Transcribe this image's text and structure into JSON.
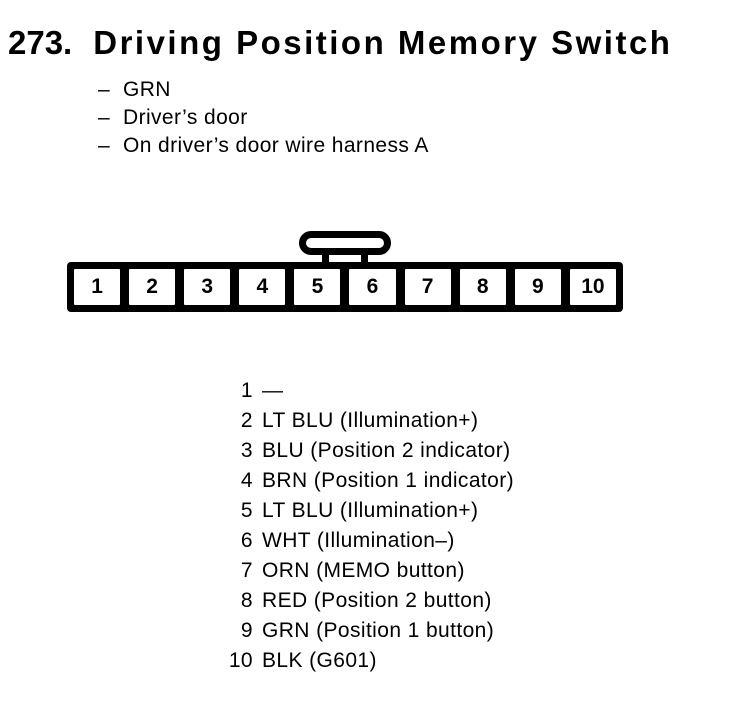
{
  "header": {
    "number": "273.",
    "title": "Driving Position Memory Switch"
  },
  "notes": [
    {
      "bullet": "–",
      "text": "GRN"
    },
    {
      "bullet": "–",
      "text": "Driver’s door"
    },
    {
      "bullet": "–",
      "text": "On driver’s door wire harness A"
    }
  ],
  "connector": {
    "pins": [
      "1",
      "2",
      "3",
      "4",
      "5",
      "6",
      "7",
      "8",
      "9",
      "10"
    ]
  },
  "pin_list": {
    "rows": [
      {
        "pin": "1",
        "label": "—"
      },
      {
        "pin": "2",
        "label": "LT BLU (Illumination+)"
      },
      {
        "pin": "3",
        "label": "BLU (Position 2 indicator)"
      },
      {
        "pin": "4",
        "label": "BRN (Position 1 indicator)"
      },
      {
        "pin": "5",
        "label": "LT BLU (Illumination+)"
      },
      {
        "pin": "6",
        "label": "WHT (Illumination–)"
      },
      {
        "pin": "7",
        "label": "ORN (MEMO button)"
      },
      {
        "pin": "8",
        "label": "RED (Position 2 button)"
      },
      {
        "pin": "9",
        "label": "GRN (Position 1 button)"
      },
      {
        "pin": "10",
        "label": "BLK (G601)"
      }
    ]
  },
  "colors": {
    "ink": "#000000",
    "paper": "#ffffff"
  }
}
